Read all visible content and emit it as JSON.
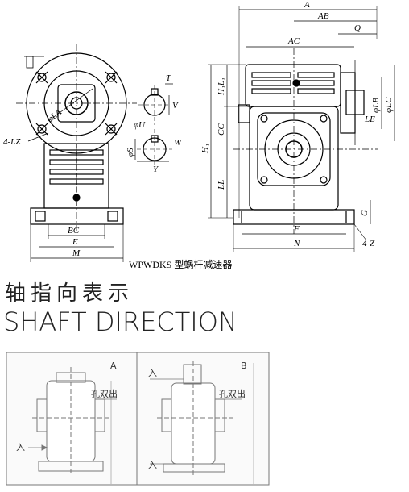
{
  "drawing": {
    "caption": "WPWDKS 型蜗杆减速器",
    "dimensions": [
      "A",
      "AB",
      "Q",
      "AC",
      "H₁L₁",
      "φLB",
      "φLC",
      "LE",
      "CC",
      "H₁",
      "LL",
      "G",
      "F",
      "N",
      "4-Z",
      "φLA",
      "4-LZ",
      "T",
      "φU",
      "V",
      "φS",
      "W",
      "Y",
      "BC",
      "E",
      "M"
    ]
  },
  "section": {
    "title_cn": "轴指向表示",
    "title_en": "SHAFT DIRECTION"
  },
  "panels": [
    {
      "letter": "A",
      "input_label": "入",
      "output_label": "孔双出"
    },
    {
      "letter": "B",
      "input_label": "入",
      "output_label": "孔双出"
    }
  ]
}
